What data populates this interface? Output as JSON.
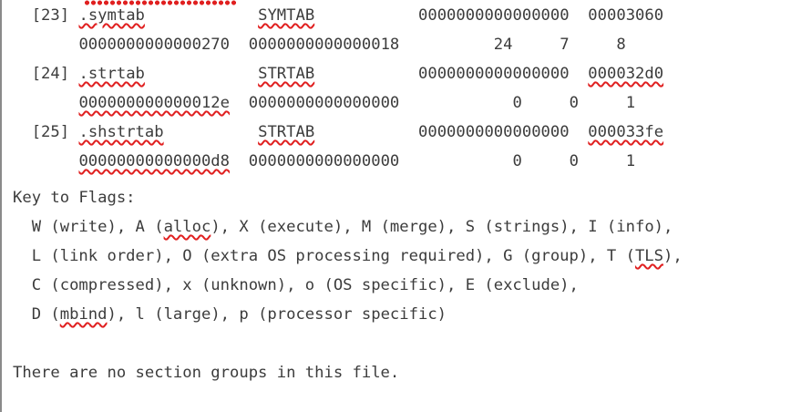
{
  "terminal": {
    "top_cutoff": "                                                  ",
    "rows": [
      {
        "index": "[23]",
        "name": ".symtab",
        "type": "SYMTAB",
        "address": "0000000000000000",
        "offset": "00003060",
        "size": "0000000000000270",
        "entsize": "0000000000000018",
        "flags": "",
        "link": "24",
        "info": "7",
        "align": "8"
      },
      {
        "index": "[24]",
        "name": ".strtab",
        "type": "STRTAB",
        "address": "0000000000000000",
        "offset": "000032d0",
        "size": "000000000000012e",
        "entsize": "0000000000000000",
        "flags": "",
        "link": "0",
        "info": "0",
        "align": "1"
      },
      {
        "index": "[25]",
        "name": ".shstrtab",
        "type": "STRTAB",
        "address": "0000000000000000",
        "offset": "000033fe",
        "size": "00000000000000d8",
        "entsize": "0000000000000000",
        "flags": "",
        "link": "0",
        "info": "0",
        "align": "1"
      }
    ],
    "key_heading": "Key to Flags:",
    "key_lines": [
      {
        "pre": "  W (write), A (",
        "sq": "alloc",
        "post": "), X (execute), M (merge), S (strings), I (info),"
      },
      {
        "pre": "  L (link order), O (extra OS processing required), G (group), T (",
        "sq": "TLS",
        "post": "),"
      },
      {
        "pre": "  C (compressed), x (unknown), o (OS specific), E (exclude),",
        "sq": "",
        "post": ""
      },
      {
        "pre": "  D (",
        "sq": "mbind",
        "post": "), l (large), p (processor specific)"
      }
    ],
    "footer": "There are no section groups in this file."
  }
}
